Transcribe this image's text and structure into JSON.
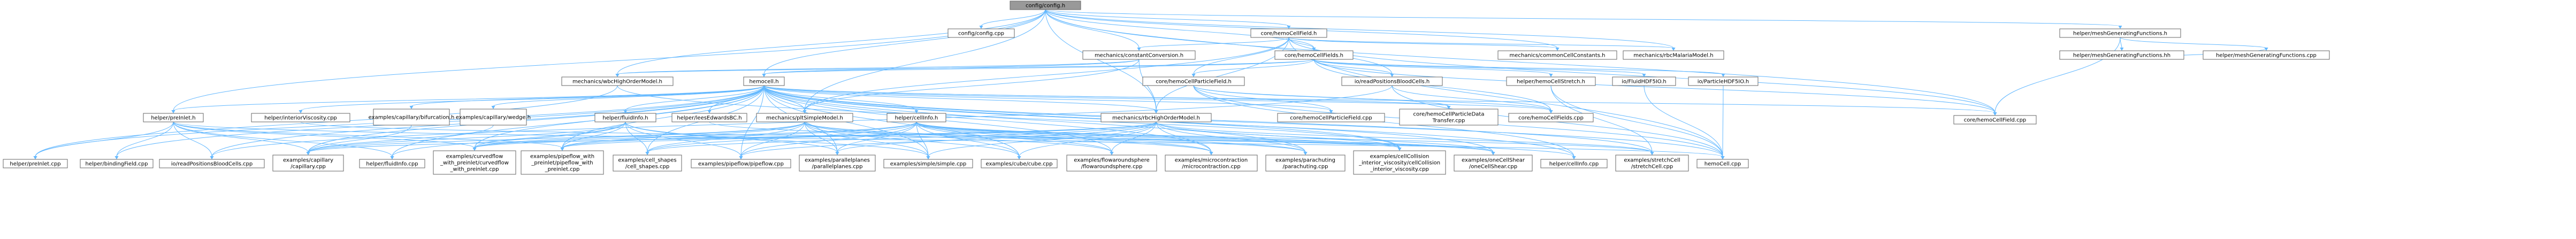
{
  "colors": {
    "root_fill": "#999999",
    "node_fill": "#ffffff",
    "node_border": "#666666",
    "highlight_border": "#cc0000",
    "edge": "#63B8FF",
    "text": "#000000"
  },
  "nodes": [
    {
      "id": "root",
      "label": "config/config.h",
      "kind": "root"
    },
    {
      "id": "configcpp",
      "label": "config/config.cpp",
      "kind": "plain"
    },
    {
      "id": "hcf_h",
      "label": "core/hemoCellField.h",
      "kind": "plain"
    },
    {
      "id": "hcfs_h",
      "label": "core/hemoCellFields.h",
      "kind": "plain"
    },
    {
      "id": "constconv",
      "label": "mechanics/constantConversion.h",
      "kind": "link"
    },
    {
      "id": "commonconst",
      "label": "mechanics/commonCellConstants.h",
      "kind": "link"
    },
    {
      "id": "rbcmalaria",
      "label": "mechanics/rbcMalariaModel.h",
      "kind": "link"
    },
    {
      "id": "meshgen_h",
      "label": "helper/meshGeneratingFunctions.h",
      "kind": "plain"
    },
    {
      "id": "meshgen_hh",
      "label": "helper/meshGeneratingFunctions.hh",
      "kind": "plain"
    },
    {
      "id": "meshgen_cpp",
      "label": "helper/meshGeneratingFunctions.cpp",
      "kind": "plain"
    },
    {
      "id": "wbc",
      "label": "mechanics/wbcHighOrderModel.h",
      "kind": "link"
    },
    {
      "id": "hemocell",
      "label": "hemocell.h",
      "kind": "link"
    },
    {
      "id": "hcpf_h",
      "label": "core/hemoCellParticleField.h",
      "kind": "link"
    },
    {
      "id": "readpos_h",
      "label": "io/readPositionsBloodCells.h",
      "kind": "plain"
    },
    {
      "id": "stretch_h",
      "label": "helper/hemoCellStretch.h",
      "kind": "link"
    },
    {
      "id": "fluidhdf5",
      "label": "io/FluidHDF5IO.h",
      "kind": "plain"
    },
    {
      "id": "parthdf5",
      "label": "io/ParticleHDF5IO.h",
      "kind": "link"
    },
    {
      "id": "hcf_cpp",
      "label": "core/hemoCellField.cpp",
      "kind": "plain"
    },
    {
      "id": "preinlet_h",
      "label": "helper/preInlet.h",
      "kind": "plain"
    },
    {
      "id": "interiorvisc",
      "label": "helper/interiorViscosity.cpp",
      "kind": "plain"
    },
    {
      "id": "bifurcation",
      "label": "examples/capillary/bifurcation.h",
      "kind": "link"
    },
    {
      "id": "wedge",
      "label": "examples/capillary/wedge.h",
      "kind": "link"
    },
    {
      "id": "fluidinfo_h",
      "label": "helper/fluidInfo.h",
      "kind": "link"
    },
    {
      "id": "leeds",
      "label": "helper/leesEdwardsBC.h",
      "kind": "plain"
    },
    {
      "id": "pbc",
      "label": "mechanics/pltSimpleModel.h",
      "kind": "link"
    },
    {
      "id": "cellinfo_h",
      "label": "helper/cellInfo.h",
      "kind": "link"
    },
    {
      "id": "rbc",
      "label": "mechanics/rbcHighOrderModel.h",
      "kind": "link"
    },
    {
      "id": "hcpf_cpp",
      "label": "core/hemoCellParticleField.cpp",
      "kind": "plain"
    },
    {
      "id": "hcpdt",
      "label": "core/hemoCellParticleData Transfer.cpp",
      "kind": "plain"
    },
    {
      "id": "hcfs_cpp",
      "label": "core/hemoCellFields.cpp",
      "kind": "plain"
    },
    {
      "id": "preinlet_cpp",
      "label": "helper/preInlet.cpp",
      "kind": "plain"
    },
    {
      "id": "bindingfield",
      "label": "helper/bindingField.cpp",
      "kind": "plain"
    },
    {
      "id": "readpos_cpp",
      "label": "io/readPositionsBloodCells.cpp",
      "kind": "plain"
    },
    {
      "id": "capillary",
      "label": "examples/capillary /capillary.cpp",
      "kind": "plain"
    },
    {
      "id": "fluidinfo_cpp",
      "label": "helper/fluidInfo.cpp",
      "kind": "plain"
    },
    {
      "id": "curvedflow",
      "label": "examples/curvedflow _with_preinlet/curvedflow _with_preinlet.cpp",
      "kind": "plain"
    },
    {
      "id": "pipeflow_pre",
      "label": "examples/pipeflow_with _preinlet/pipeflow_with _preinlet.cpp",
      "kind": "plain"
    },
    {
      "id": "cellshapes",
      "label": "examples/cell_shapes /cell_shapes.cpp",
      "kind": "plain"
    },
    {
      "id": "pipeflow",
      "label": "examples/pipeflow/pipeflow.cpp",
      "kind": "plain"
    },
    {
      "id": "parallelplanes",
      "label": "examples/parallelplanes /parallelplanes.cpp",
      "kind": "plain"
    },
    {
      "id": "simple",
      "label": "examples/simple/simple.cpp",
      "kind": "plain"
    },
    {
      "id": "cube",
      "label": "examples/cube/cube.cpp",
      "kind": "plain"
    },
    {
      "id": "flowsphere",
      "label": "examples/flowaroundsphere /flowaroundsphere.cpp",
      "kind": "plain"
    },
    {
      "id": "microcontr",
      "label": "examples/microcontraction /microcontraction.cpp",
      "kind": "plain"
    },
    {
      "id": "parachuting",
      "label": "examples/parachuting /parachuting.cpp",
      "kind": "plain"
    },
    {
      "id": "cellcollision",
      "label": "examples/cellCollision _interior_viscosity/cellCollision _interior_viscosity.cpp",
      "kind": "plain"
    },
    {
      "id": "onecellshear",
      "label": "examples/oneCellShear /oneCellShear.cpp",
      "kind": "plain"
    },
    {
      "id": "cellinfo_cpp",
      "label": "helper/cellInfo.cpp",
      "kind": "plain"
    },
    {
      "id": "stretchcell",
      "label": "examples/stretchCell /stretchCell.cpp",
      "kind": "plain"
    },
    {
      "id": "hemocell_cpp",
      "label": "hemoCell.cpp",
      "kind": "plain"
    }
  ],
  "edges": [
    [
      "root",
      "configcpp"
    ],
    [
      "root",
      "hcf_h"
    ],
    [
      "root",
      "hcfs_h"
    ],
    [
      "root",
      "constconv"
    ],
    [
      "root",
      "commonconst"
    ],
    [
      "root",
      "rbcmalaria"
    ],
    [
      "root",
      "meshgen_h"
    ],
    [
      "root",
      "wbc"
    ],
    [
      "root",
      "hemocell"
    ],
    [
      "root",
      "preinlet_h"
    ],
    [
      "root",
      "hcf_cpp"
    ],
    [
      "root",
      "readpos_h"
    ],
    [
      "root",
      "rbc"
    ],
    [
      "root",
      "pbc"
    ],
    [
      "hcf_h",
      "hcfs_h"
    ],
    [
      "hcf_h",
      "commonconst"
    ],
    [
      "hcf_h",
      "rbcmalaria"
    ],
    [
      "hcf_h",
      "constconv"
    ],
    [
      "hcf_h",
      "hcf_cpp"
    ],
    [
      "hcf_h",
      "hemocell_cpp"
    ],
    [
      "hcf_h",
      "hcpf_h"
    ],
    [
      "hcf_h",
      "rbc"
    ],
    [
      "hcf_h",
      "pbc"
    ],
    [
      "hcfs_h",
      "hemocell"
    ],
    [
      "hcfs_h",
      "hcpf_h"
    ],
    [
      "hcfs_h",
      "readpos_h"
    ],
    [
      "hcfs_h",
      "stretch_h"
    ],
    [
      "hcfs_h",
      "fluidhdf5"
    ],
    [
      "hcfs_h",
      "parthdf5"
    ],
    [
      "hcfs_h",
      "hcf_cpp"
    ],
    [
      "hcfs_h",
      "hcfs_cpp"
    ],
    [
      "hcfs_h",
      "wbc"
    ],
    [
      "constconv",
      "wbc"
    ],
    [
      "constconv",
      "rbc"
    ],
    [
      "constconv",
      "pbc"
    ],
    [
      "constconv",
      "hemocell"
    ],
    [
      "meshgen_h",
      "meshgen_hh"
    ],
    [
      "meshgen_h",
      "meshgen_cpp"
    ],
    [
      "meshgen_h",
      "hcf_cpp"
    ],
    [
      "meshgen_hh",
      "meshgen_cpp"
    ],
    [
      "wbc",
      "preinlet_cpp"
    ],
    [
      "wbc",
      "cellcollision"
    ],
    [
      "hemocell",
      "preinlet_h"
    ],
    [
      "hemocell",
      "interiorvisc"
    ],
    [
      "hemocell",
      "bifurcation"
    ],
    [
      "hemocell",
      "wedge"
    ],
    [
      "hemocell",
      "fluidinfo_h"
    ],
    [
      "hemocell",
      "leeds"
    ],
    [
      "hemocell",
      "pbc"
    ],
    [
      "hemocell",
      "cellinfo_h"
    ],
    [
      "hemocell",
      "rbc"
    ],
    [
      "hemocell",
      "hcpf_cpp"
    ],
    [
      "hemocell",
      "hcpdt"
    ],
    [
      "hemocell",
      "hcfs_cpp"
    ],
    [
      "hemocell",
      "hcf_cpp"
    ],
    [
      "hemocell",
      "capillary"
    ],
    [
      "hemocell",
      "curvedflow"
    ],
    [
      "hemocell",
      "pipeflow_pre"
    ],
    [
      "hemocell",
      "cellshapes"
    ],
    [
      "hemocell",
      "pipeflow"
    ],
    [
      "hemocell",
      "parallelplanes"
    ],
    [
      "hemocell",
      "simple"
    ],
    [
      "hemocell",
      "cube"
    ],
    [
      "hemocell",
      "flowsphere"
    ],
    [
      "hemocell",
      "microcontr"
    ],
    [
      "hemocell",
      "parachuting"
    ],
    [
      "hemocell",
      "cellcollision"
    ],
    [
      "hemocell",
      "onecellshear"
    ],
    [
      "hemocell",
      "cellinfo_cpp"
    ],
    [
      "hemocell",
      "stretchcell"
    ],
    [
      "hemocell",
      "hemocell_cpp"
    ],
    [
      "hemocell",
      "readpos_cpp"
    ],
    [
      "hemocell",
      "bindingfield"
    ],
    [
      "hemocell",
      "preinlet_cpp"
    ],
    [
      "hemocell",
      "fluidinfo_cpp"
    ],
    [
      "hcpf_h",
      "hcpf_cpp"
    ],
    [
      "hcpf_h",
      "hcpdt"
    ],
    [
      "hcpf_h",
      "hcfs_cpp"
    ],
    [
      "hcpf_h",
      "hemocell_cpp"
    ],
    [
      "hcpf_h",
      "cellinfo_cpp"
    ],
    [
      "readpos_h",
      "readpos_cpp"
    ],
    [
      "readpos_h",
      "hcfs_cpp"
    ],
    [
      "readpos_h",
      "hemocell_cpp"
    ],
    [
      "stretch_h",
      "stretchcell"
    ],
    [
      "stretch_h",
      "hemocell_cpp"
    ],
    [
      "fluidhdf5",
      "hemocell_cpp"
    ],
    [
      "parthdf5",
      "hemocell_cpp"
    ],
    [
      "preinlet_h",
      "preinlet_cpp"
    ],
    [
      "preinlet_h",
      "bindingfield"
    ],
    [
      "preinlet_h",
      "readpos_cpp"
    ],
    [
      "preinlet_h",
      "curvedflow"
    ],
    [
      "preinlet_h",
      "pipeflow_pre"
    ],
    [
      "preinlet_h",
      "capillary"
    ],
    [
      "preinlet_h",
      "fluidinfo_cpp"
    ],
    [
      "preinlet_h",
      "hemocell_cpp"
    ],
    [
      "bifurcation",
      "capillary"
    ],
    [
      "wedge",
      "capillary"
    ],
    [
      "fluidinfo_h",
      "fluidinfo_cpp"
    ],
    [
      "fluidinfo_h",
      "curvedflow"
    ],
    [
      "fluidinfo_h",
      "pipeflow_pre"
    ],
    [
      "fluidinfo_h",
      "cellshapes"
    ],
    [
      "fluidinfo_h",
      "pipeflow"
    ],
    [
      "fluidinfo_h",
      "parallelplanes"
    ],
    [
      "fluidinfo_h",
      "simple"
    ],
    [
      "fluidinfo_h",
      "capillary"
    ],
    [
      "pbc",
      "capillary"
    ],
    [
      "pbc",
      "curvedflow"
    ],
    [
      "pbc",
      "pipeflow_pre"
    ],
    [
      "pbc",
      "cellshapes"
    ],
    [
      "pbc",
      "pipeflow"
    ],
    [
      "pbc",
      "parallelplanes"
    ],
    [
      "pbc",
      "simple"
    ],
    [
      "pbc",
      "cube"
    ],
    [
      "pbc",
      "flowsphere"
    ],
    [
      "pbc",
      "microcontr"
    ],
    [
      "pbc",
      "parachuting"
    ],
    [
      "cellinfo_h",
      "cellinfo_cpp"
    ],
    [
      "cellinfo_h",
      "curvedflow"
    ],
    [
      "cellinfo_h",
      "pipeflow_pre"
    ],
    [
      "cellinfo_h",
      "cellshapes"
    ],
    [
      "cellinfo_h",
      "pipeflow"
    ],
    [
      "cellinfo_h",
      "parallelplanes"
    ],
    [
      "cellinfo_h",
      "simple"
    ],
    [
      "cellinfo_h",
      "cube"
    ],
    [
      "cellinfo_h",
      "flowsphere"
    ],
    [
      "cellinfo_h",
      "microcontr"
    ],
    [
      "cellinfo_h",
      "parachuting"
    ],
    [
      "cellinfo_h",
      "cellcollision"
    ],
    [
      "cellinfo_h",
      "onecellshear"
    ],
    [
      "cellinfo_h",
      "stretchcell"
    ],
    [
      "rbc",
      "capillary"
    ],
    [
      "rbc",
      "curvedflow"
    ],
    [
      "rbc",
      "pipeflow_pre"
    ],
    [
      "rbc",
      "cellshapes"
    ],
    [
      "rbc",
      "pipeflow"
    ],
    [
      "rbc",
      "parallelplanes"
    ],
    [
      "rbc",
      "simple"
    ],
    [
      "rbc",
      "cube"
    ],
    [
      "rbc",
      "flowsphere"
    ],
    [
      "rbc",
      "microcontr"
    ],
    [
      "rbc",
      "parachuting"
    ],
    [
      "rbc",
      "cellcollision"
    ],
    [
      "rbc",
      "onecellshear"
    ],
    [
      "rbc",
      "stretchcell"
    ],
    [
      "leeds",
      "onecellshear"
    ],
    [
      "interiorvisc",
      "cellcollision"
    ]
  ]
}
